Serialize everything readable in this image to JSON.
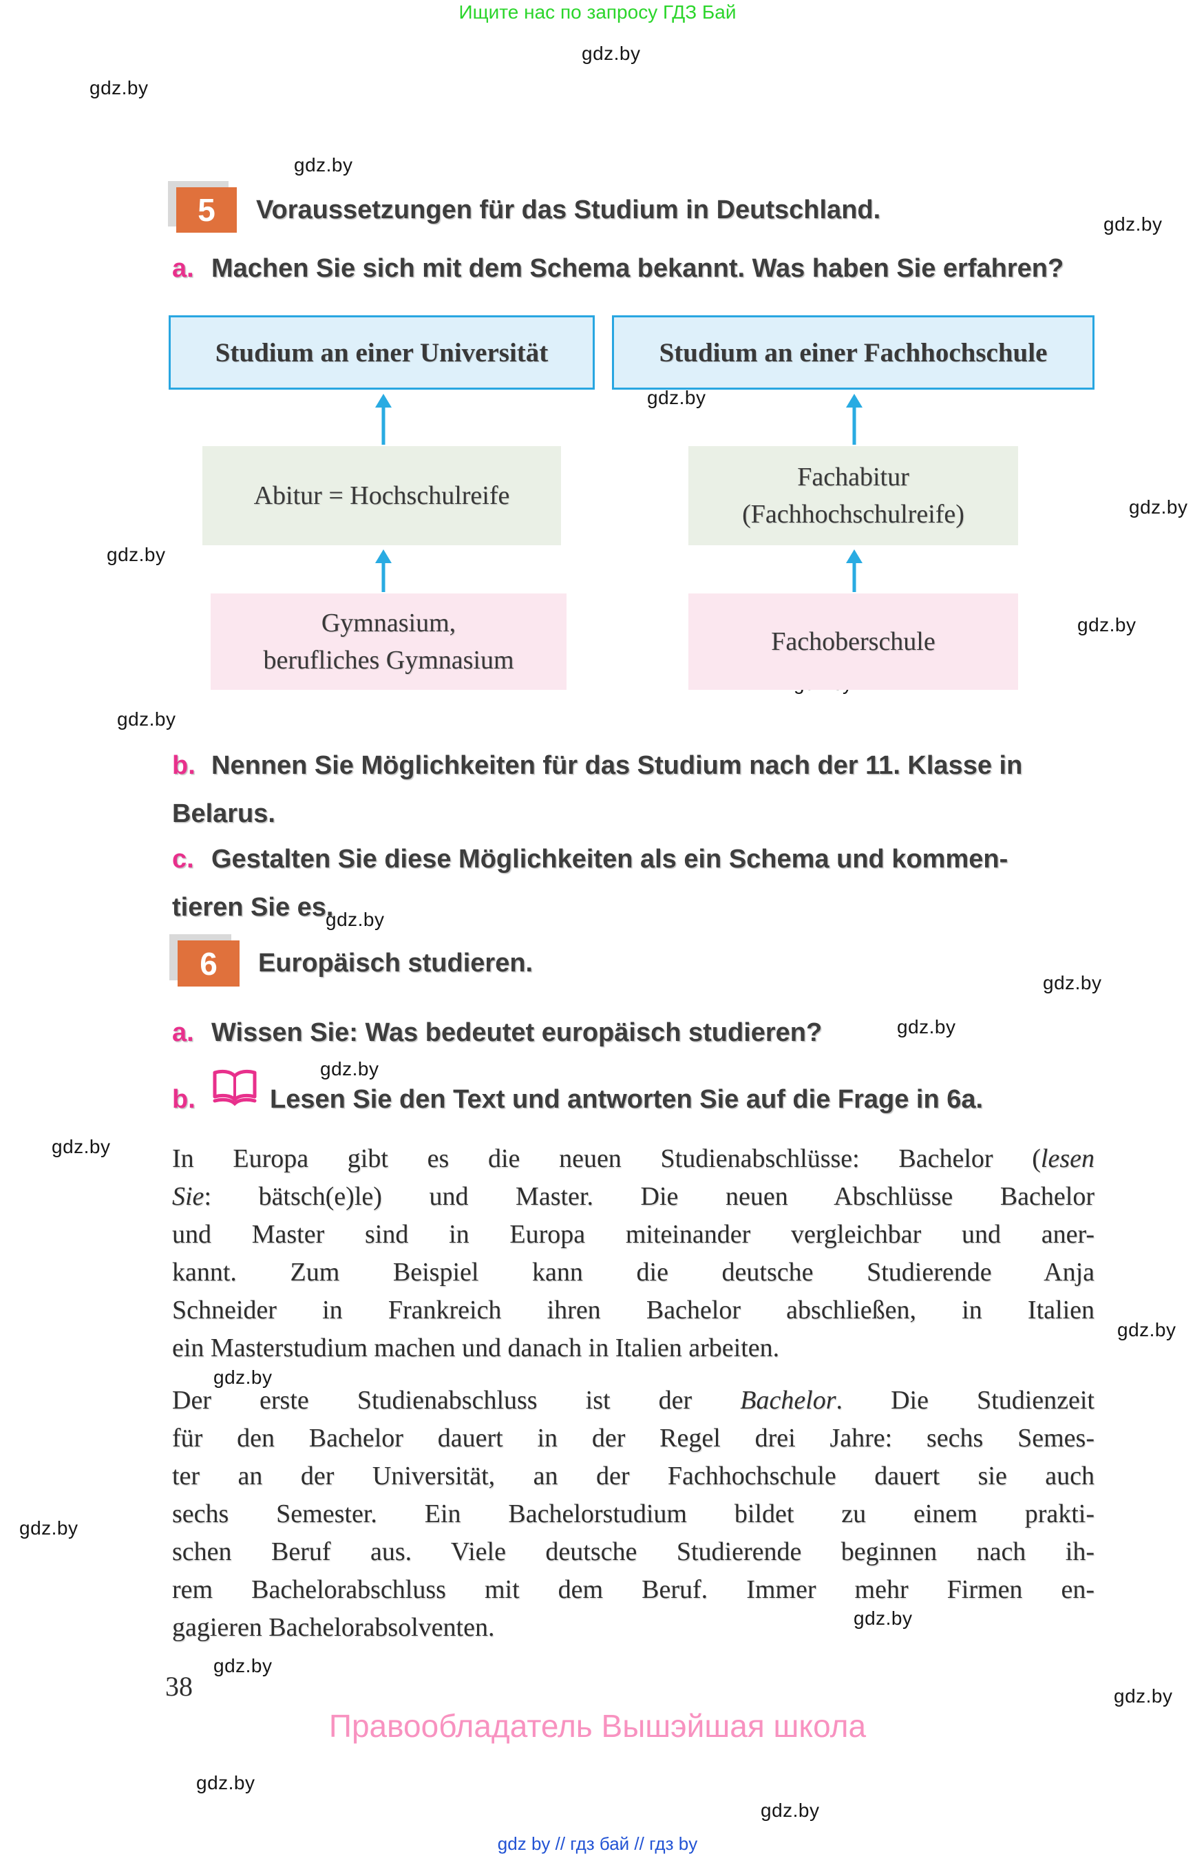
{
  "meta": {
    "watermark": "gdz.by",
    "promo": "Ищите нас по запросу ГДЗ Бай"
  },
  "exercise5": {
    "number": "5",
    "title": "Voraussetzungen für das Studium in Deutschland.",
    "items": {
      "a": {
        "label": "a.",
        "line1": "Machen Sie sich mit dem Schema bekannt. Was haben Sie erfahren?"
      },
      "b": {
        "label": "b.",
        "line1": "Nennen Sie Möglichkeiten für das Studium nach der 11. Klasse in",
        "line2": "Belarus."
      },
      "c": {
        "label": "c.",
        "line1": "Gestalten Sie diese Möglichkeiten als ein Schema und kommen-",
        "line2": "tieren Sie es."
      }
    }
  },
  "schema": {
    "university": "Studium an einer Universität",
    "fachhochschule": "Studium an einer Fachhochschule",
    "abitur": "Abitur = Hochschulreife",
    "fachabitur_line1": "Fachabitur",
    "fachabitur_line2": "(Fachhochschulreife)",
    "gymnasium_line1": "Gymnasium,",
    "gymnasium_line2": "berufliches Gymnasium",
    "fachoberschule": "Fachoberschule"
  },
  "exercise6": {
    "number": "6",
    "title": "Europäisch studieren.",
    "items": {
      "a": {
        "label": "a.",
        "line1": "Wissen Sie: Was bedeutet europäisch studieren?"
      },
      "b": {
        "label": "b.",
        "line1": "Lesen Sie den Text und antworten Sie auf die Frage in 6a."
      }
    }
  },
  "reading_text": {
    "paragraph1": [
      [
        {
          "t": "In Europa gibt es die neuen Studienabschlüsse: Bachelor (",
          "i": false
        },
        {
          "t": "lesen",
          "i": true
        }
      ],
      [
        {
          "t": "Sie",
          "i": true
        },
        {
          "t": ": bätsch(e)le) und Master. Die neuen Abschlüsse Bachelor",
          "i": false
        }
      ],
      [
        {
          "t": "und Master sind in Europa miteinander vergleichbar und aner-",
          "i": false
        }
      ],
      [
        {
          "t": "kannt. Zum Beispiel kann die deutsche Studierende Anja",
          "i": false
        }
      ],
      [
        {
          "t": "Schneider in Frankreich ihren Bachelor abschließen, in Italien",
          "i": false
        }
      ],
      [
        {
          "t": "ein Masterstudium machen und danach in Italien arbeiten.",
          "i": false
        }
      ]
    ],
    "paragraph2": [
      [
        {
          "t": "Der erste Studienabschluss ist der ",
          "i": false
        },
        {
          "t": "Bachelor",
          "i": true
        },
        {
          "t": ". Die Studienzeit",
          "i": false
        }
      ],
      [
        {
          "t": "für den Bachelor dauert in der Regel drei Jahre: sechs Semes-",
          "i": false
        }
      ],
      [
        {
          "t": "ter an der Universität, an der Fachhochschule dauert sie auch",
          "i": false
        }
      ],
      [
        {
          "t": "sechs Semester. Ein Bachelorstudium bildet zu einem prakti-",
          "i": false
        }
      ],
      [
        {
          "t": "schen Beruf aus. Viele deutsche Studierende beginnen nach ih-",
          "i": false
        }
      ],
      [
        {
          "t": "rem Bachelorabschluss mit dem Beruf. Immer mehr Firmen en-",
          "i": false
        }
      ],
      [
        {
          "t": "gagieren Bachelorabsolventen.",
          "i": false
        }
      ]
    ]
  },
  "footer": {
    "page_number": "38",
    "copyright": "Правообладатель Вышэйшая школа",
    "links": "gdz by  //  гдз бай  //  гдз by"
  },
  "colors": {
    "accent_orange": "#e0713c",
    "accent_pink": "#e8308c",
    "arrow_blue": "#29abe2",
    "box_blue_fill": "#def0fa",
    "box_blue_border": "#28a6e1",
    "box_green_fill": "#eaf0e6",
    "box_pink_fill": "#fbe7ef",
    "promo_green": "#2bd52b",
    "link_blue": "#2253d4",
    "copyright_pink": "#f892c0"
  }
}
